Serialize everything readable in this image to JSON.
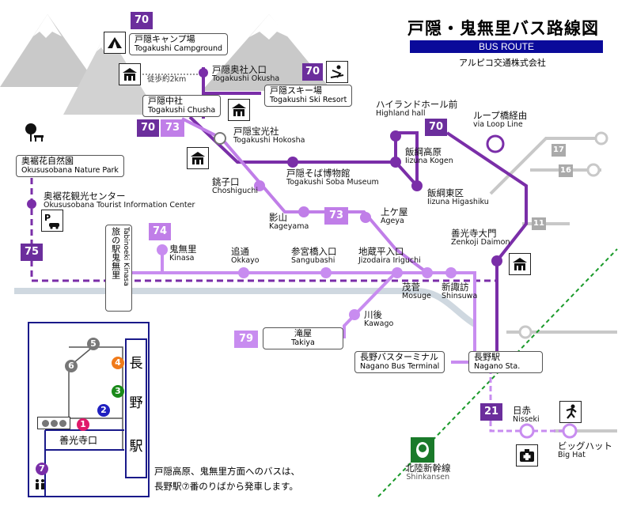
{
  "title": "戸隠・鬼無里バス路線図",
  "subtitle": "BUS ROUTE",
  "operator": "アルピコ交通株式会社",
  "routes": {
    "r70": "70",
    "r73": "73",
    "r74": "74",
    "r75": "75",
    "r79": "79",
    "r21": "21"
  },
  "gray_routes": {
    "g17": "17",
    "g16": "16",
    "g11": "11"
  },
  "walk_note": "徒歩約2km",
  "stops": {
    "camp_jp": "戸隠キャンプ場",
    "camp_en": "Togakushi Campground",
    "okusha_jp": "戸隠奥社入口",
    "okusha_en": "Togakushi Okusha",
    "ski_jp": "戸隠スキー場",
    "ski_en": "Togakushi Ski Resort",
    "chusha_jp": "戸隠中社",
    "chusha_en": "Togakushi Chusha",
    "hokosha_jp": "戸隠宝光社",
    "hokosha_en": "Togakushi Hokosha",
    "soba_jp": "戸隠そば博物館",
    "soba_en": "Togakushi Soba Museum",
    "highland_jp": "ハイランドホール前",
    "highland_en": "Highland hall",
    "kogen_jp": "飯綱高原",
    "kogen_en": "Iizuna Kogen",
    "higashi_jp": "飯綱東区",
    "higashi_en": "Iizuna Higashiku",
    "loop_jp": "ループ橋経由",
    "loop_en": "via Loop Line",
    "nature_jp": "奥裾花自然園",
    "nature_en": "Okususobana Nature Park",
    "tourist_jp": "奥裾花観光センター",
    "tourist_en": "Okususobana Tourist Information Center",
    "choshi_jp": "銚子口",
    "choshi_en": "Choshiguchi",
    "kage_jp": "影山",
    "kage_en": "Kageyama",
    "ageya_jp": "上ケ屋",
    "ageya_en": "Ageya",
    "daimon_jp": "善光寺大門",
    "daimon_en": "Zenkoji Daimon",
    "kinasa_jp": "鬼無里",
    "kinasa_en": "Kinasa",
    "okkayo_jp": "追通",
    "okkayo_en": "Okkayo",
    "sangu_jp": "参宮橋入口",
    "sangu_en": "Sangubashi",
    "jizo_jp": "地蔵平入口",
    "jizo_en": "Jizodaira Iriguchi",
    "mosuge_jp": "茂菅",
    "mosuge_en": "Mosuge",
    "shinsuwa_jp": "新諏訪",
    "shinsuwa_en": "Shinsuwa",
    "kawago_jp": "川後",
    "kawago_en": "Kawago",
    "takiya_jp": "滝屋",
    "takiya_en": "Takiya",
    "busterm_jp": "長野バスターミナル",
    "busterm_en": "Nagano Bus Terminal",
    "nagano_jp": "長野駅",
    "nagano_en": "Nagano Sta.",
    "nisseki_jp": "日赤",
    "nisseki_en": "Nisseki",
    "bighat_jp": "ビッグハット",
    "bighat_en": "Big Hat",
    "shinkansen_jp": "北陸新幹線",
    "shinkansen_en": "Shinkansen",
    "tabinoeki_jp": "旅の駅鬼無里",
    "tabinoeki_en": "Tabinoeki Kinasa"
  },
  "inset": {
    "platforms": [
      "1",
      "2",
      "3",
      "4",
      "5",
      "6",
      "7"
    ],
    "station_chars": [
      "長",
      "野",
      "駅"
    ],
    "zenkojiguchi": "善光寺口"
  },
  "note": [
    "戸隠高原、鬼無里方面へのバスは、",
    "長野駅⑦番のりばから発車します。"
  ],
  "colors": {
    "dark_purple": "#6b2e9c",
    "light_purple": "#c07ee8",
    "river": "#cfd8e0",
    "gray_line": "#c8c8c8",
    "shinkansen": "#1a9a2a"
  },
  "icons": [
    "tent-icon",
    "skier-icon",
    "shrine-icon",
    "tree-bench-icon",
    "parking-icon",
    "runner-icon",
    "hospital-icon",
    "shinkansen-icon"
  ]
}
